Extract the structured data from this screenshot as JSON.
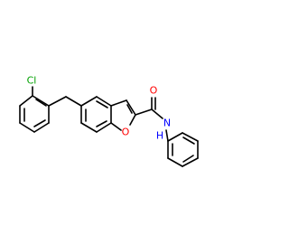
{
  "molecule": {
    "atoms": {
      "chlorine": {
        "label": "Cl",
        "color": "#00a000"
      },
      "ring_oxygen": {
        "label": "O",
        "color": "#ff0000"
      },
      "carbonyl_oxygen": {
        "label": "O",
        "color": "#ff0000"
      },
      "amide_nitrogen": {
        "label": "N",
        "color": "#0000ff"
      },
      "amide_hydrogen": {
        "label": "H",
        "color": "#0000ff"
      }
    },
    "bond_color": "#000000"
  }
}
